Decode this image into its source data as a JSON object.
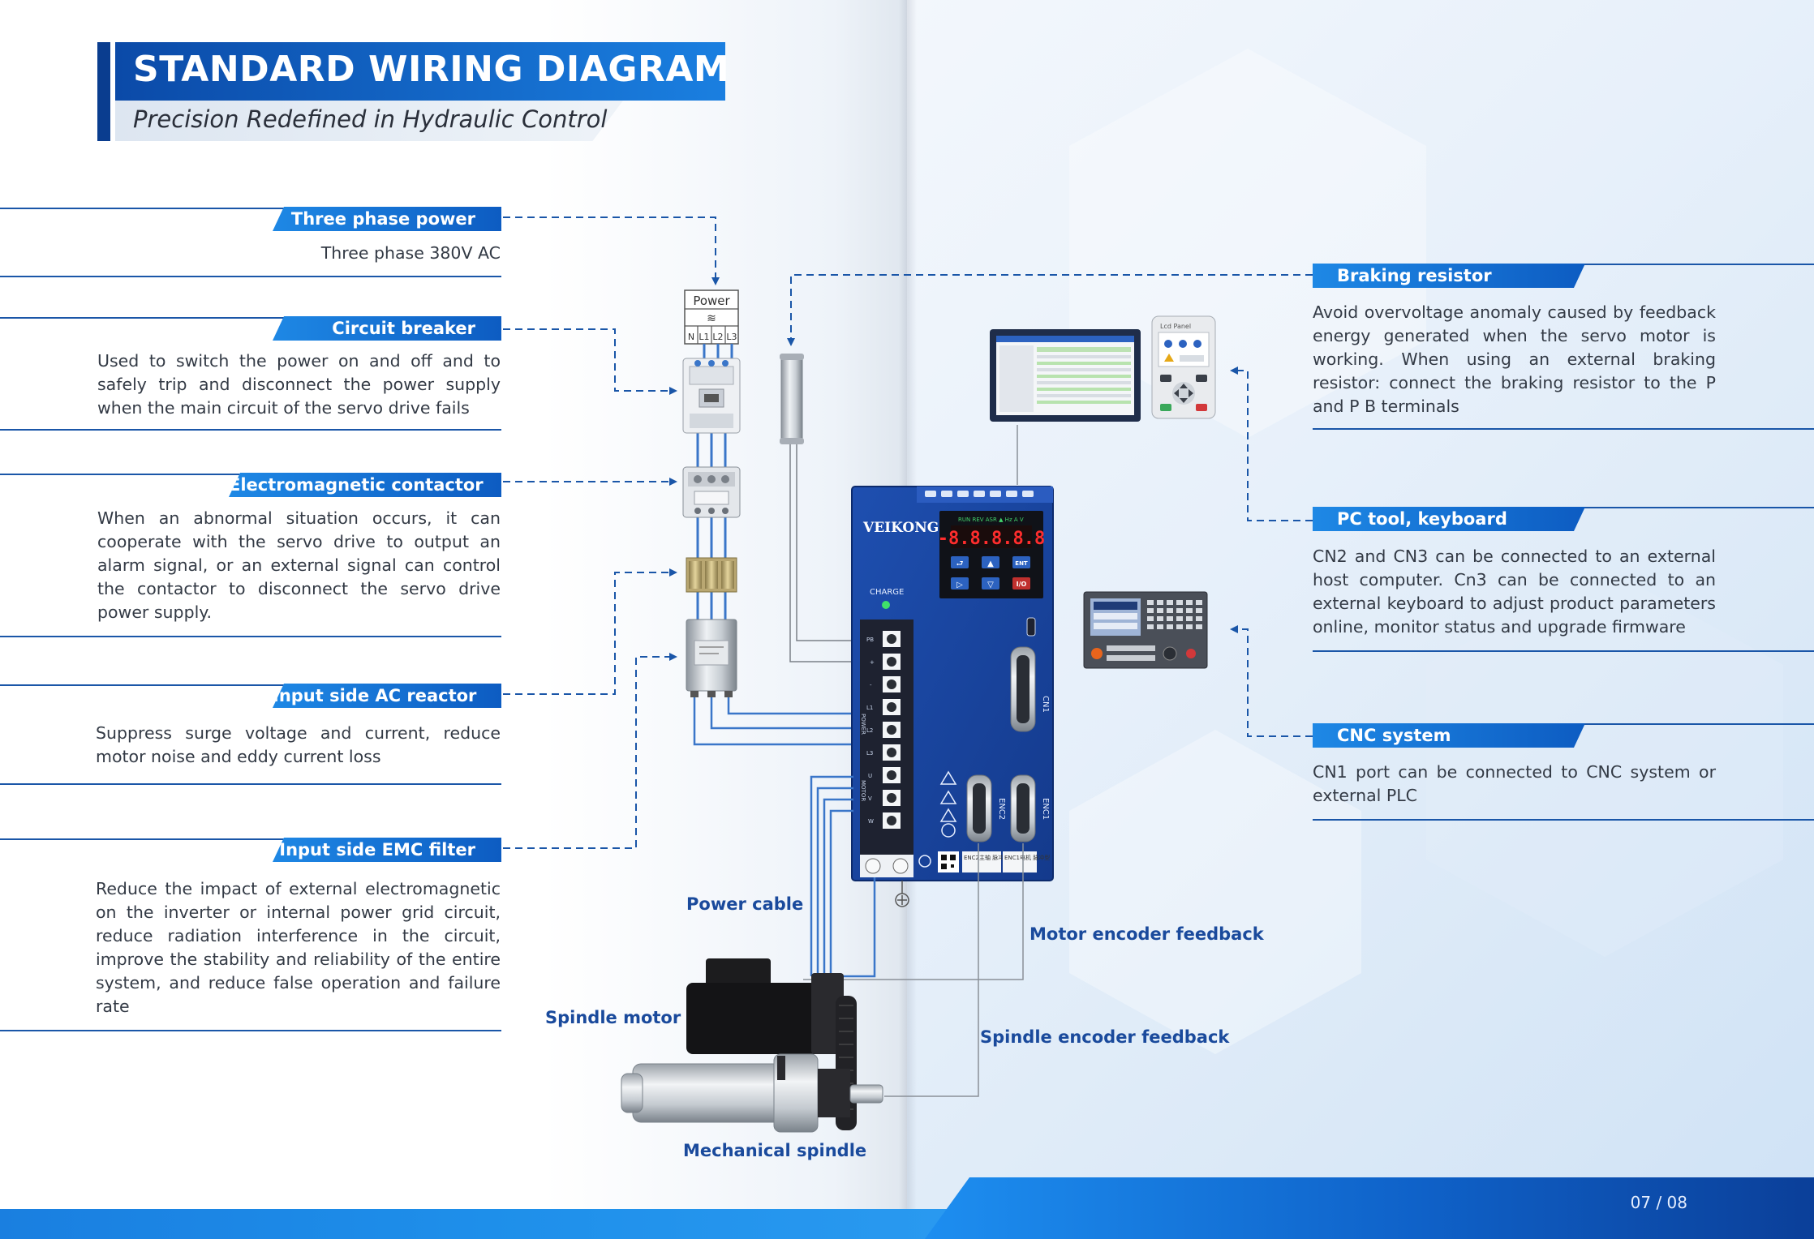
{
  "header": {
    "title": "STANDARD WIRING DIAGRAM",
    "subtitle": "Precision Redefined in Hydraulic Control"
  },
  "components_left": [
    {
      "label": "Three phase power",
      "description": "Three phase 380V AC"
    },
    {
      "label": "Circuit breaker",
      "description": "Used to switch the power on and off and to safely trip and disconnect the power supply when the main circuit of the servo drive fails"
    },
    {
      "label": "Electromagnetic contactor",
      "description": "When an abnormal situation occurs, it can cooperate with the servo drive to output an alarm signal, or an external signal can control the contactor to disconnect the servo drive power supply."
    },
    {
      "label": "Input side AC reactor",
      "description": "Suppress surge voltage and current, reduce motor noise and eddy current loss"
    },
    {
      "label": "Input side EMC filter",
      "description": "Reduce the impact of external electromagnetic on the inverter or internal power grid circuit, reduce radiation interference in the circuit, improve the stability and reliability of the entire system, and reduce false operation and failure rate"
    }
  ],
  "components_right": [
    {
      "label": "Braking resistor",
      "description": "Avoid overvoltage anomaly caused by feedback energy generated when the servo motor is working. When using an external braking resistor: connect the braking resistor to the P and P B terminals"
    },
    {
      "label": "PC tool, keyboard",
      "description": "CN2 and CN3 can be connected to an external host computer. Cn3 can be connected to an external keyboard to adjust product parameters online, monitor status and upgrade firmware"
    },
    {
      "label": "CNC system",
      "description": "CN1 port can be connected to CNC system or external PLC"
    }
  ],
  "connection_labels": {
    "power_cable": "Power cable",
    "spindle_motor": "Spindle motor",
    "mechanical_spindle": "Mechanical spindle",
    "motor_encoder": "Motor encoder feedback",
    "spindle_encoder": "Spindle encoder feedback"
  },
  "power_block": {
    "title": "Power",
    "terminals": [
      "N",
      "L1",
      "L2",
      "L3"
    ]
  },
  "drive": {
    "brand": "VEIKONG",
    "display": "-8.8.8.8.8",
    "status_leds": "RUN REV ASR ▲ Hz A V",
    "charge_label": "CHARGE",
    "ports": {
      "cn1": "CN1",
      "enc1": "ENC1",
      "enc2": "ENC2"
    },
    "terminal_labels": [
      "PB",
      "+",
      "-",
      "L1",
      "L2",
      "L3",
      "U",
      "V",
      "W"
    ],
    "group_labels": {
      "power": "POWER",
      "motor": "MOTOR"
    },
    "buttons": [
      "⮐",
      "▲",
      "ENT",
      "▷",
      "▽",
      "I/O"
    ],
    "sticker_left": "ENC2主轴 脉冲型",
    "sticker_right": "ENC1电机 脉冲型"
  },
  "keypad": {
    "title": "Lcd Panel"
  },
  "page_number": "07 / 08",
  "colors": {
    "primary": "#0d5cc2",
    "accent": "#1e88e5",
    "dark": "#0a3d8f",
    "line": "#1a56a8"
  }
}
